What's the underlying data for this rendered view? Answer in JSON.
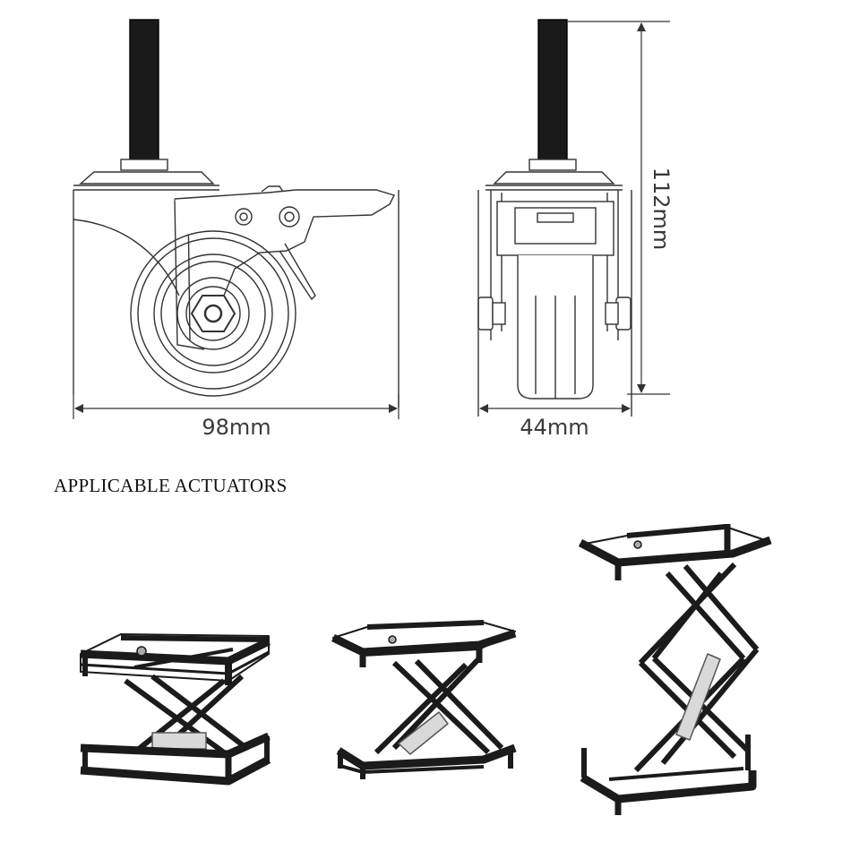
{
  "dimensions": {
    "width": "98mm",
    "depth": "44mm",
    "height": "112mm"
  },
  "section": {
    "heading": "APPLICABLE ACTUATORS"
  },
  "colors": {
    "line": "#333333",
    "frame": "#1b1b1b",
    "motor": "#d9d9d9",
    "stem": "#1a1a1a"
  }
}
